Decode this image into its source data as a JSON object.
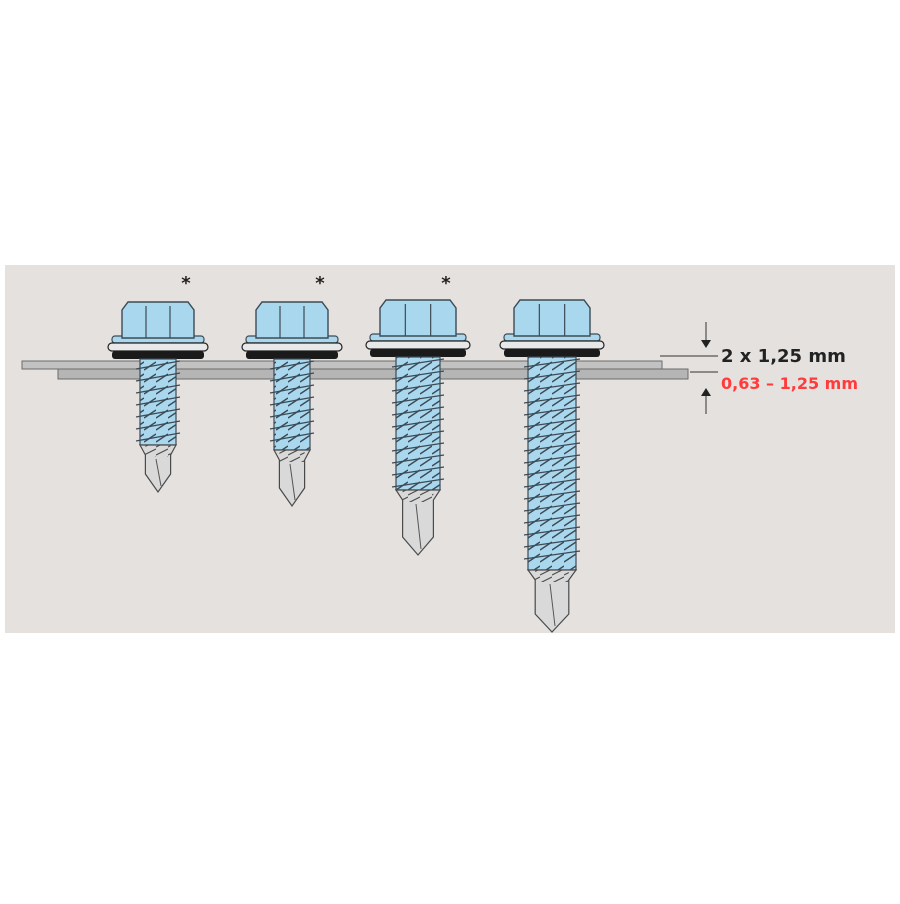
{
  "diagram": {
    "asterisk": "*",
    "top_sheet_label": "2 x 1,25 mm",
    "bottom_sheet_label": "0,63 – 1,25 mm"
  },
  "colors": {
    "background_panel": "#e5e1de",
    "screw_fill": "#a9d8ee",
    "screw_outline": "#3c4a55",
    "drill_tip": "#d9d9d9",
    "washer": "#1a1a1a",
    "sheet": "#bdbdbd",
    "label_primary": "#222222",
    "label_secondary": "#ff3b3b"
  },
  "screws": [
    {
      "name": "screw-1",
      "marked": true
    },
    {
      "name": "screw-2",
      "marked": true
    },
    {
      "name": "screw-3",
      "marked": true
    },
    {
      "name": "screw-4",
      "marked": false
    }
  ]
}
